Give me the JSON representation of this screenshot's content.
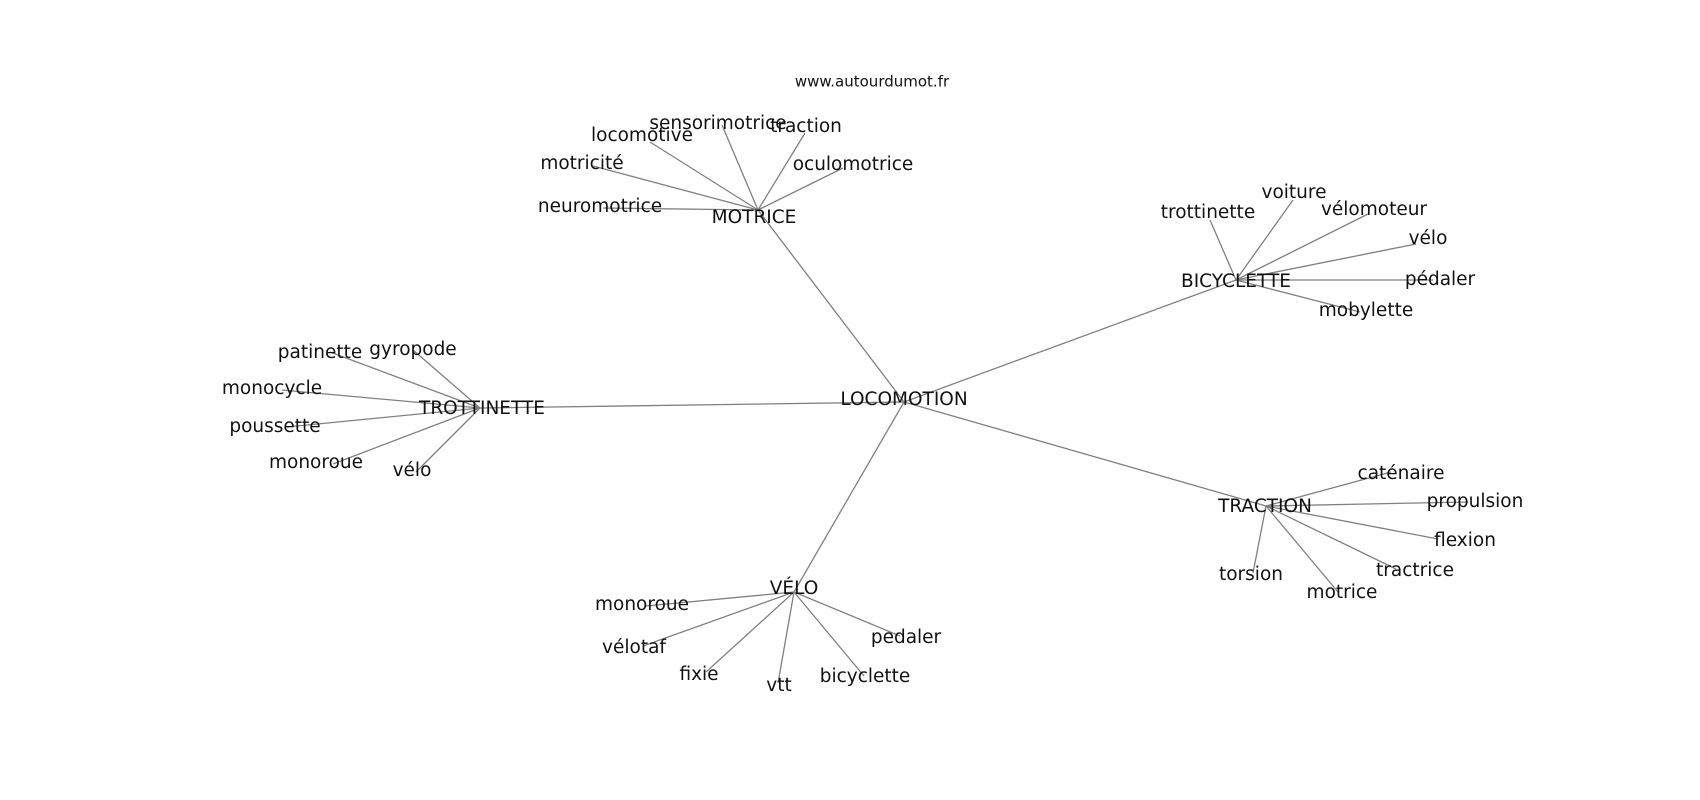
{
  "watermark": "www.autourdumot.fr",
  "line_color": "#808080",
  "text_color": "#111111",
  "center": {
    "id": "locomotion",
    "label": "LOCOMOTION"
  },
  "groups": [
    {
      "id": "motrice",
      "label": "MOTRICE",
      "leaves": [
        "sensorimotrice",
        "traction",
        "locomotive",
        "oculomotrice",
        "motricité",
        "neuromotrice"
      ]
    },
    {
      "id": "bicyclette",
      "label": "BICYCLETTE",
      "leaves": [
        "voiture",
        "trottinette",
        "vélomoteur",
        "vélo",
        "pédaler",
        "mobylette"
      ]
    },
    {
      "id": "trottinette",
      "label": "TROTTINETTE",
      "leaves": [
        "patinette",
        "gyropode",
        "monocycle",
        "poussette",
        "monoroue",
        "vélo"
      ]
    },
    {
      "id": "traction",
      "label": "TRACTION",
      "leaves": [
        "caténaire",
        "propulsion",
        "flexion",
        "tractrice",
        "torsion",
        "motrice"
      ]
    },
    {
      "id": "velo",
      "label": "VÉLO",
      "leaves": [
        "monoroue",
        "vélotaf",
        "fixie",
        "vtt",
        "bicyclette",
        "pedaler"
      ]
    }
  ]
}
